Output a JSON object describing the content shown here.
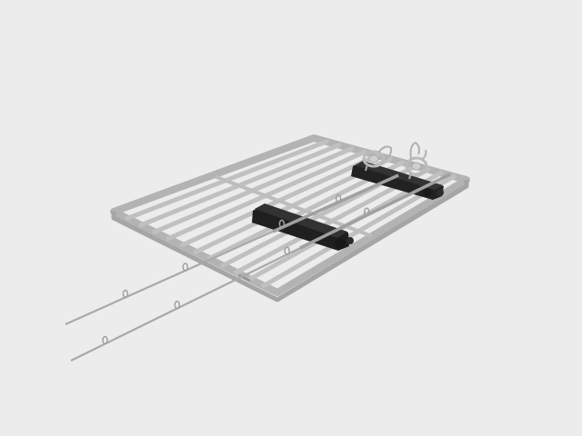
{
  "scene": {
    "subject": "roof-rack-with-fishing-rod-holders",
    "colors": {
      "background": "#ececec",
      "rack_frame": "#b5b5b5",
      "rack_frame_edge": "#9a9a9a",
      "rack_slat": "#c4c4c4",
      "holder_black": "#1e1e1e",
      "rod": "#a8a8a8",
      "reel": "#bdbdbd"
    },
    "icons": {
      "rack": "roof-rack-platform",
      "holder": "rod-holder-mount",
      "rod": "fishing-rod",
      "reel": "fishing-reel"
    }
  }
}
